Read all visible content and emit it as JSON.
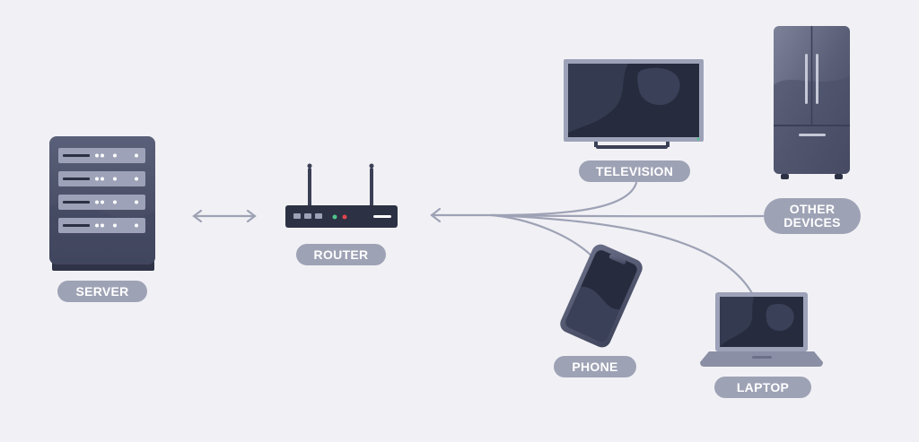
{
  "labels": {
    "server": "SERVER",
    "router": "ROUTER",
    "television": "TELEVISION",
    "other_devices_line1": "OTHER",
    "other_devices_line2": "DEVICES",
    "phone": "PHONE",
    "laptop": "LAPTOP"
  },
  "colors": {
    "background": "#f1f1f5",
    "label_pill": "#9ea2b5",
    "label_text": "#ffffff",
    "connector": "#9ea2b5",
    "device_body": "#4b5068",
    "device_dark": "#2c3144",
    "screen": "#262b3d",
    "router_led_green": "#4fc38a",
    "router_led_red": "#e0464d"
  },
  "icons": [
    "server-rack-icon",
    "router-icon",
    "television-icon",
    "refrigerator-icon",
    "smartphone-icon",
    "laptop-icon"
  ]
}
